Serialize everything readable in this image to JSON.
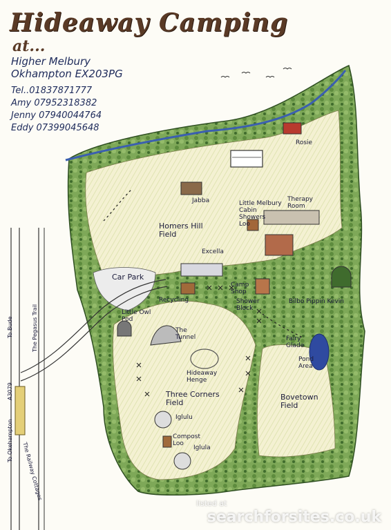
{
  "header": {
    "title": "Hideaway Camping",
    "at": "at...",
    "address_line1": "Higher Melbury",
    "address_line2": "Okhampton EX203PG",
    "tel": "Tel..01837871777",
    "contacts": [
      "Amy 07952318382",
      "Jenny 07940044764",
      "Eddy 07399045648"
    ]
  },
  "labels": {
    "rosie": "Rosie",
    "jabba": "Jabba",
    "little_melbury_cabin": "Little Melbury\nCabin",
    "showers_loo": "Showers\nLoo",
    "therapy_room": "Therapy\nRoom",
    "homers_hill_field": "Homers Hill\nField",
    "excella": "Excella",
    "car_park": "Car Park",
    "recycling": "Recycling",
    "camp_shop": "Camp\nShop",
    "shower_block": "Shower\nBlock",
    "bilbo_pippin_kevin": "Bilbo Pippin Kevin",
    "little_owl_pod": "Little Owl\nPod",
    "the_tunnel": "The\nTunnel",
    "fairy_glade": "Fairy\nGlade",
    "pond_area": "Pond\nArea",
    "hideaway_henge": "Hideaway\nHenge",
    "three_corners_field": "Three Corners\nField",
    "bovetown_field": "Bovetown\nField",
    "iglulu": "Iglulu",
    "compost_loo": "Compost\nLoo",
    "iglula": "Iglula",
    "a3079": "A3079",
    "to_bude": "To Bude",
    "pegasus_trail": "The Pegasus Trail",
    "to_okehampton": "To Okehampton",
    "railway_cottages": "The Railway Cottages"
  },
  "watermark": {
    "small": "listed at",
    "main": "searchforsites.co.uk"
  },
  "colors": {
    "field": "#f3f0d4",
    "hedge": "#6f9a4c",
    "hedge_dark": "#3f6b2d",
    "river": "#3b5fb0",
    "pond": "#2f4aa0",
    "title": "#5a3a26"
  }
}
